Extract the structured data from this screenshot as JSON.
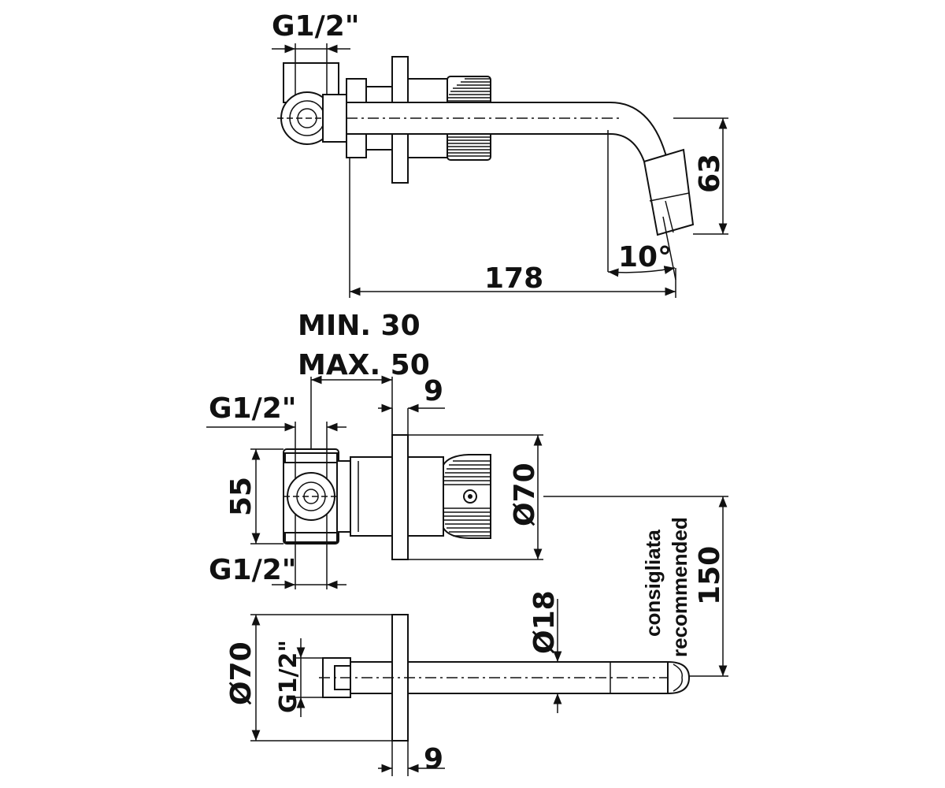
{
  "labels": {
    "inlet_top": "G1/2\"",
    "height_spout": "63",
    "angle": "10°",
    "projection": "178",
    "min_depth": "MIN. 30",
    "max_depth": "MAX. 50",
    "plate_thickness_body": "9",
    "inlet_upper": "G1/2\"",
    "body_height": "55",
    "inlet_lower": "G1/2\"",
    "plate_diameter_body": "Ø70",
    "recommended_it": "consigliata",
    "recommended_en": "recommended",
    "recommended_distance": "150",
    "pipe_diameter": "Ø18",
    "plate_diameter_spout": "Ø70",
    "spout_inlet": "G1/2\"",
    "plate_thickness_spout": "9"
  }
}
